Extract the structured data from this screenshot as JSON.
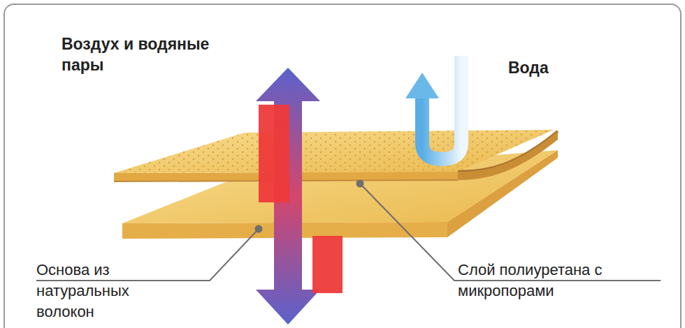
{
  "diagram": {
    "labels": [
      "Воздух и водяные пары",
      "Вода",
      "Основа из натуральных волокон",
      "Слой полиуретана с микропорами"
    ]
  }
}
